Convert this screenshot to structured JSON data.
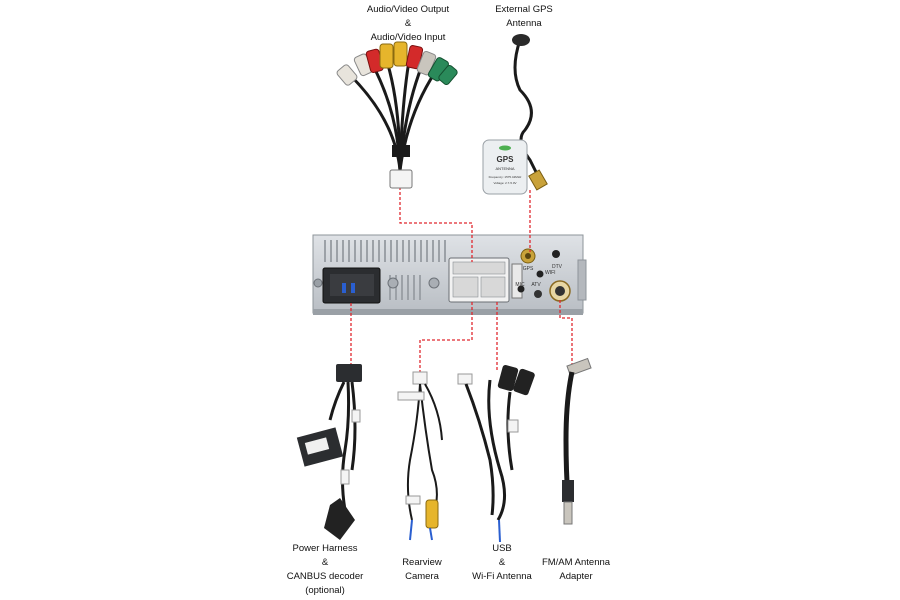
{
  "labels": {
    "av": {
      "line1": "Audio/Video Output",
      "line2": "&",
      "line3": "Audio/Video Input"
    },
    "gps": {
      "line1": "External GPS",
      "line2": "Antenna"
    },
    "power": {
      "line1": "Power Harness",
      "line2": "&",
      "line3": "CANBUS decoder",
      "line4": "(optional)"
    },
    "rearview": {
      "line1": "Rearview",
      "line2": "Camera"
    },
    "usb": {
      "line1": "USB",
      "line2": "&",
      "line3": "Wi-Fi Antenna"
    },
    "fmam": {
      "line1": "FM/AM Antenna",
      "line2": "Adapter"
    }
  },
  "gps_module": {
    "brand": "GPS",
    "sub": "ANTENNA",
    "freq": "Frequency: 1575.42MHz",
    "volt": "Voltage: 2.7-5.0V"
  },
  "port_labels": {
    "gps": "GPS",
    "dtv": "DTV",
    "mic": "MIC",
    "atv": "ATV",
    "wifi": "WIFI"
  },
  "colors": {
    "connector_line": "#e0282f",
    "chassis": "#cfd3d8",
    "cable": "#1a1a1a"
  }
}
